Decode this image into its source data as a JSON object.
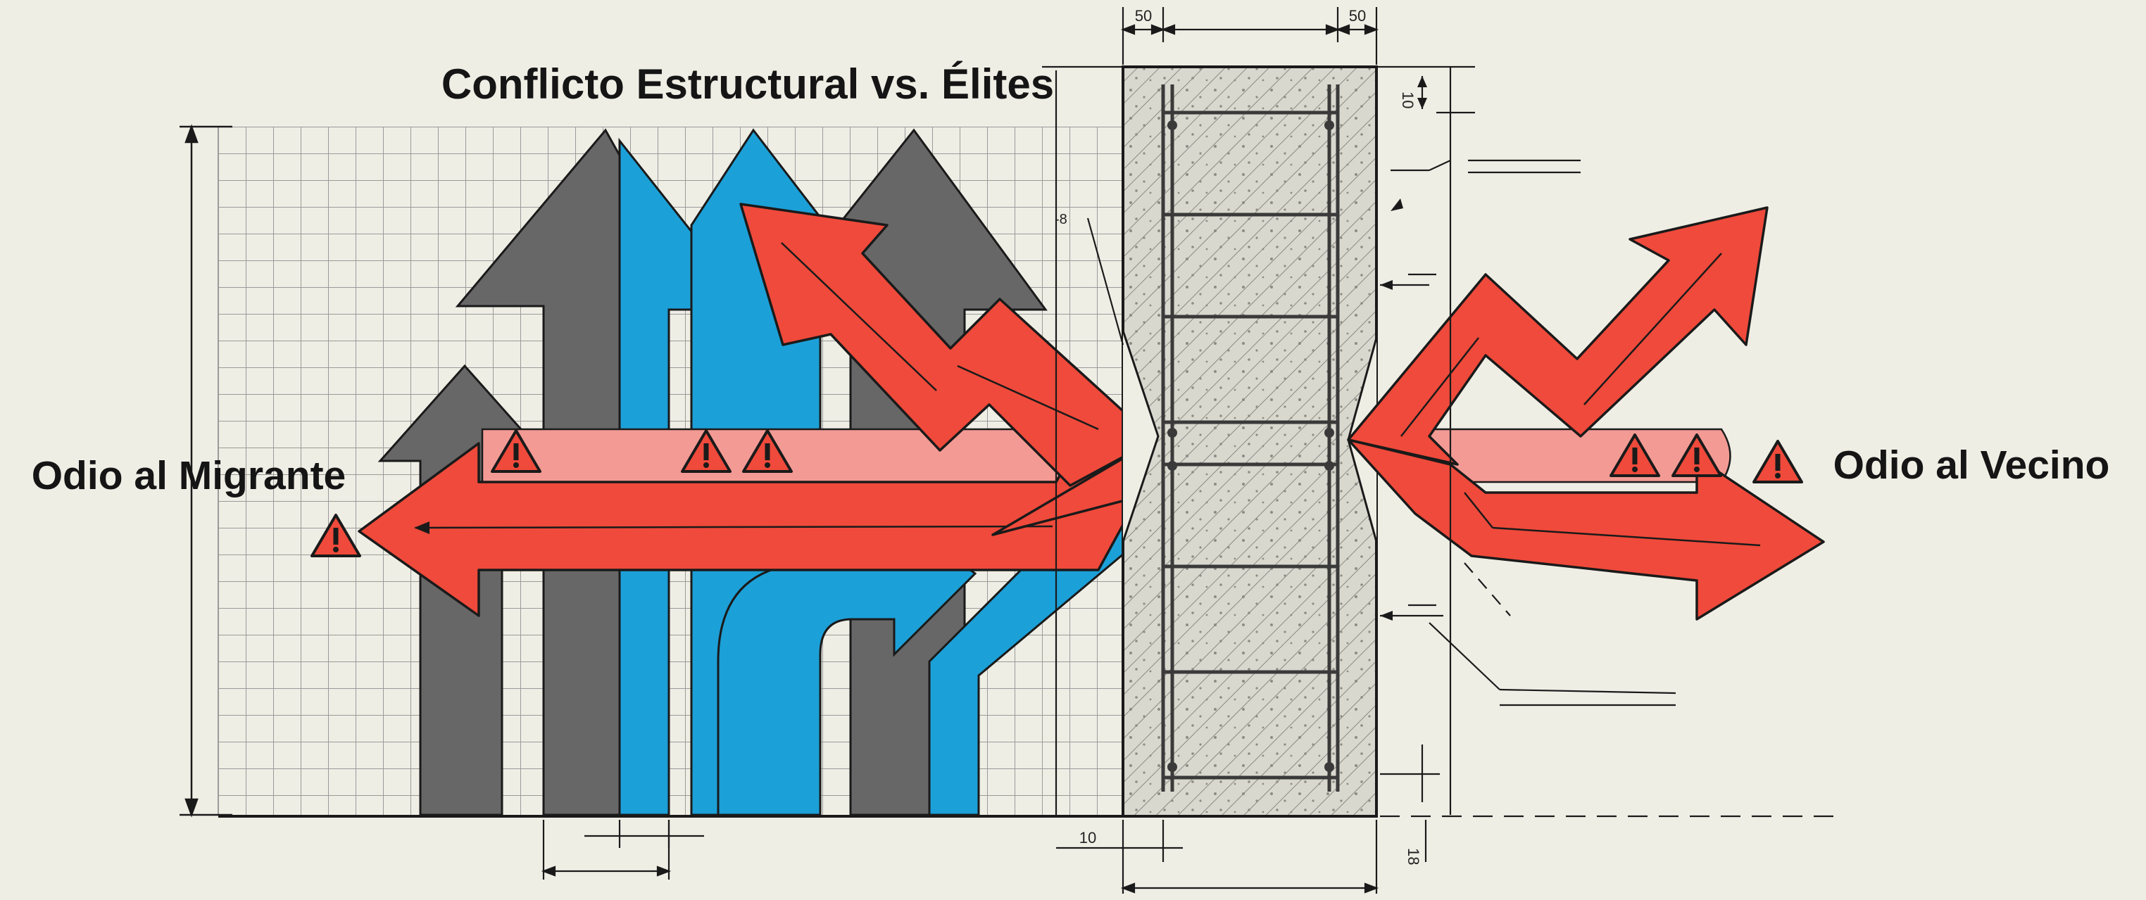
{
  "title": "Conflicto Estructural vs. Élites",
  "labels": {
    "left": "Odio al Migrante",
    "right": "Odio al Vecino"
  },
  "dimensions": {
    "top_left": "50",
    "top_right": "50",
    "side_top": "10",
    "bottom_left": "10",
    "bottom_right": "18",
    "side_mark": "-8"
  },
  "warning_icon": "warning-triangle-icon",
  "colors": {
    "background": "#efeee5",
    "grid": "#9a9a9a",
    "gray_arrow": "#676767",
    "blue_arrow": "#1ca0d8",
    "red_arrow": "#ef4a3b",
    "pink_band": "#f39a94",
    "wall_fill": "#d9d8cf",
    "ink": "#1a1a1a"
  }
}
